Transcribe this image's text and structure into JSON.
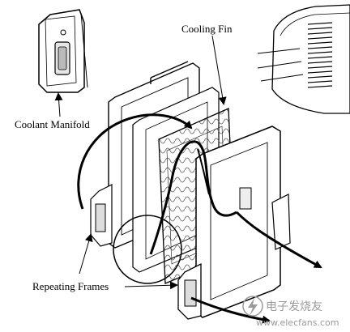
{
  "labels": {
    "cooling_fin": "Cooling Fin",
    "coolant_manifold": "Coolant Manifold",
    "repeating_frames": "Repeating Frames"
  },
  "watermark": {
    "text": "电子发烧友",
    "url": "www.elecfans.com"
  },
  "icons": {
    "watermark_logo": "lightning-logo-icon"
  },
  "colors": {
    "ink": "#000000",
    "background": "#ffffff",
    "watermark": "#9a9a9a"
  }
}
